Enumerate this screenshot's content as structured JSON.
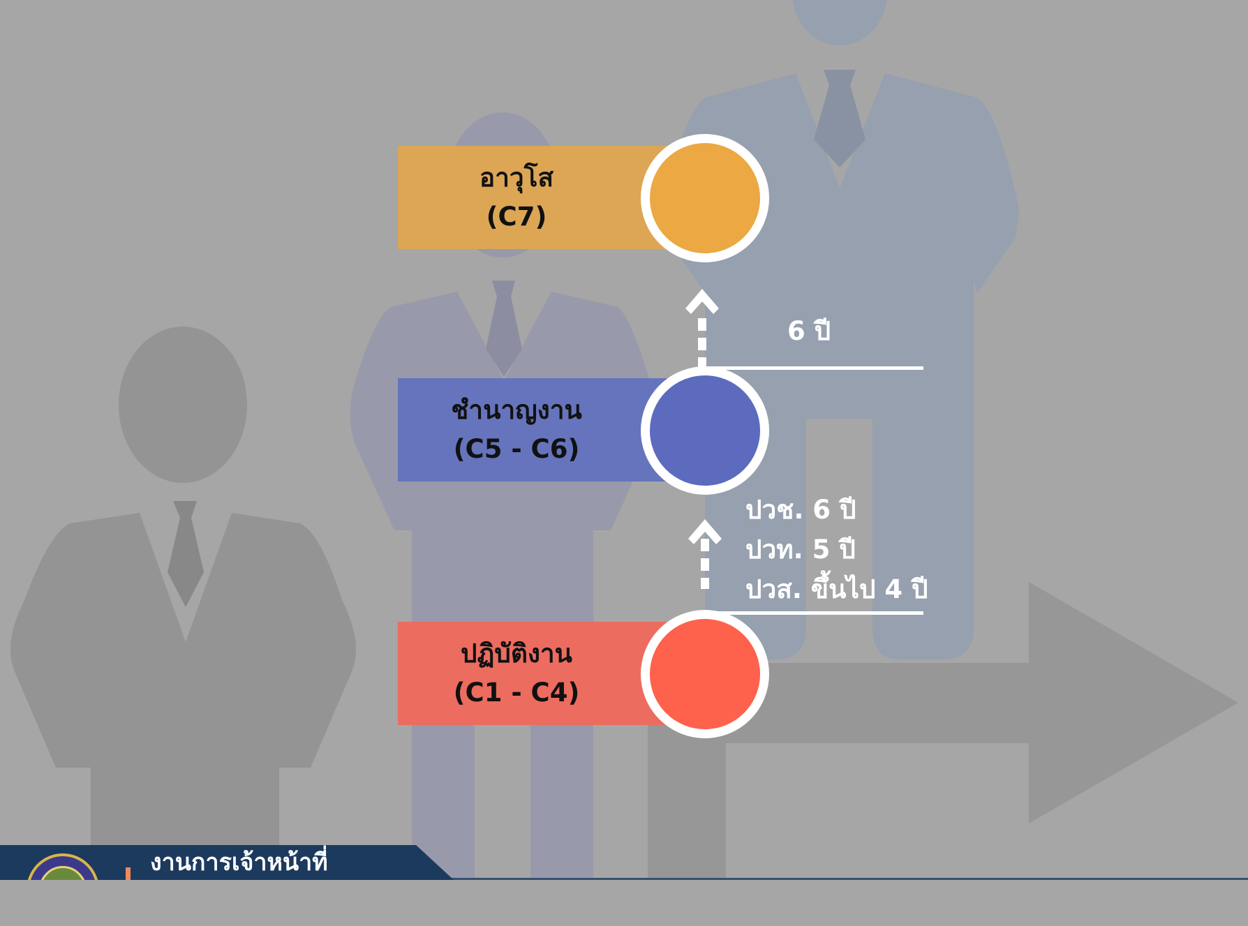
{
  "levels": [
    {
      "title": "อาวุโส",
      "code": "(C7)",
      "color": "#dca655",
      "node_color": "#eba843"
    },
    {
      "title": "ชำนาญงาน",
      "code": "(C5 - C6)",
      "color": "#6574bc",
      "node_color": "#5c6bbe"
    },
    {
      "title": "ปฏิบัติงาน",
      "code": "(C1 - C4)",
      "color": "#ec6c5f",
      "node_color": "#fe614c"
    }
  ],
  "transitions": {
    "senior": {
      "text": "6 ปี"
    },
    "expert": {
      "lines": [
        "ปวช. 6 ปี",
        "ปวท. 5 ปี",
        "ปวส. ขึ้นไป 4 ปี"
      ]
    }
  },
  "footer": {
    "title": "งานการเจ้าหน้าที่"
  },
  "icons": {
    "people": "businessman-silhouette-icon",
    "progress": "right-arrow-icon",
    "step": "dotted-up-arrow-icon"
  }
}
